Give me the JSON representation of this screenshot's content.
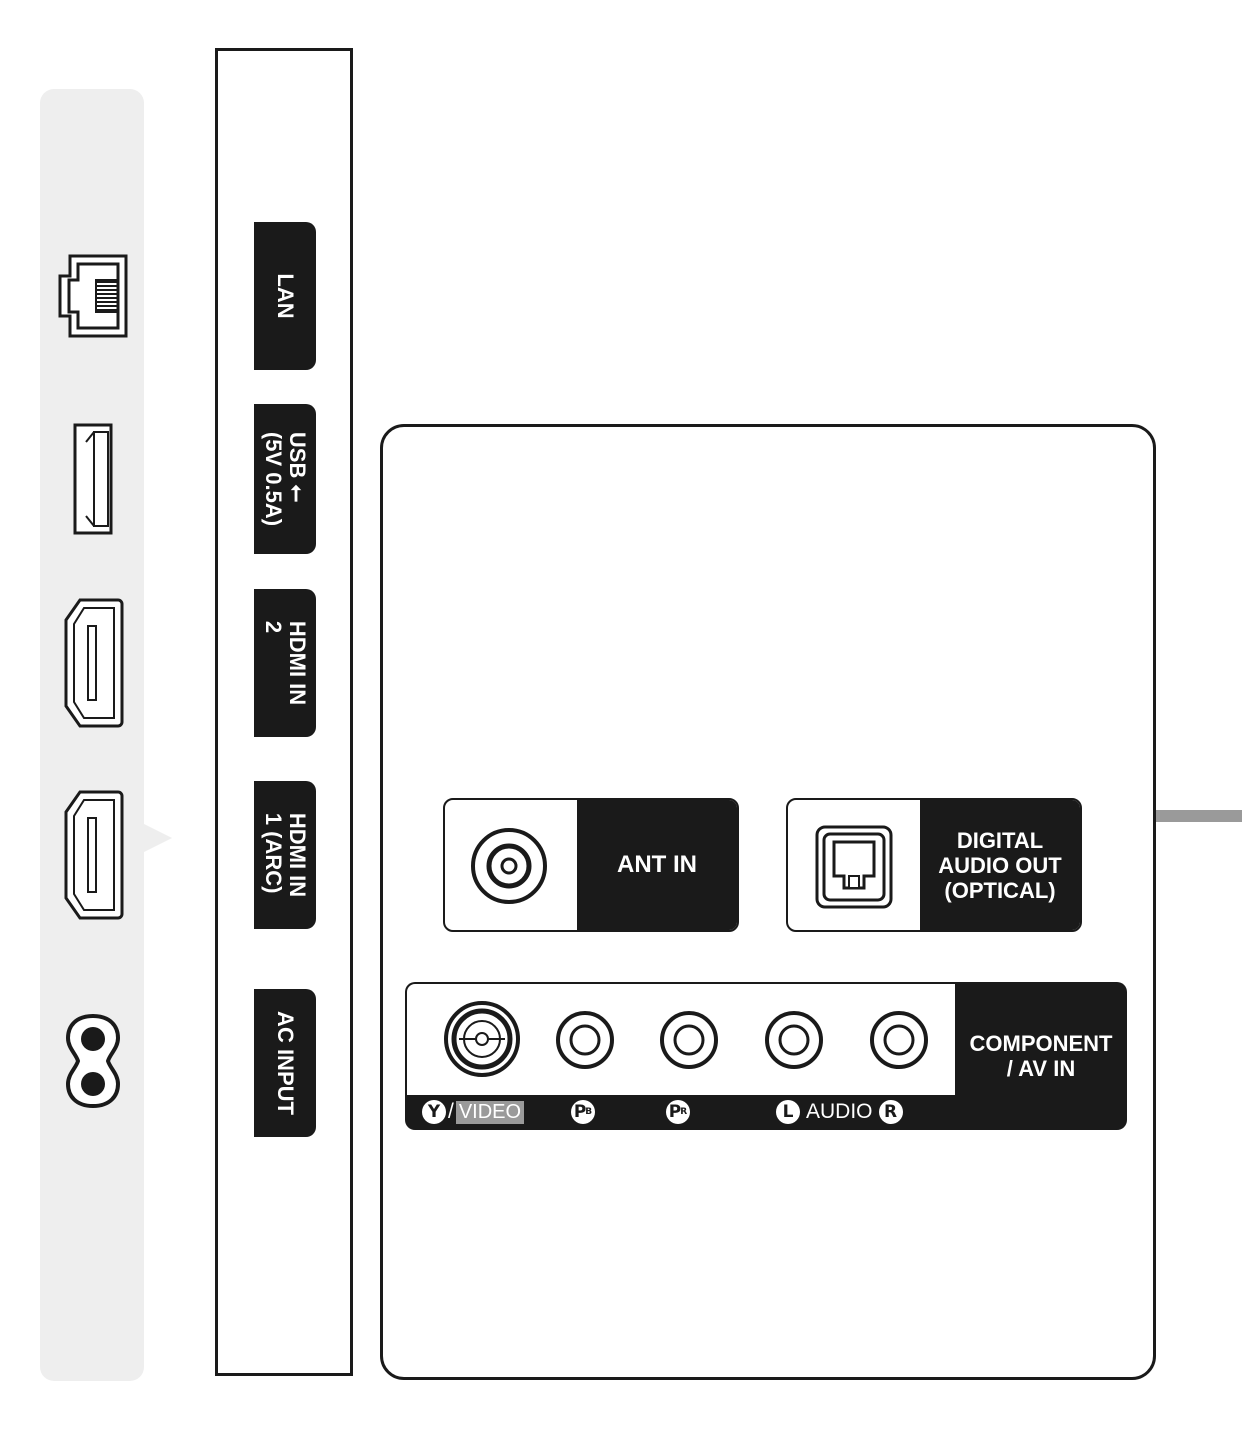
{
  "side_strip": {
    "icons": [
      "lan-port-icon",
      "usb-port-icon",
      "hdmi-port-icon",
      "hdmi-port-icon",
      "ac-power-port-icon"
    ]
  },
  "label_panel": {
    "labels": [
      {
        "line1": "LAN",
        "line2": ""
      },
      {
        "line1": "USB ⭠",
        "line2": "(5V 0.5A)"
      },
      {
        "line1": "HDMI IN",
        "line2": "2"
      },
      {
        "line1": "HDMI IN",
        "line2": "1 (ARC)"
      },
      {
        "line1": "AC INPUT",
        "line2": ""
      }
    ]
  },
  "rear_panel": {
    "ant_in": {
      "label": "ANT IN"
    },
    "optical": {
      "line1": "DIGITAL",
      "line2": "AUDIO OUT",
      "line3": "(OPTICAL)"
    },
    "component": {
      "line1": "COMPONENT",
      "line2": "/ AV IN",
      "captions": {
        "y_badge": "Y",
        "slash": "/",
        "video": "VIDEO",
        "pb_badge": "P",
        "pb_sub": "B",
        "pr_badge": "P",
        "pr_sub": "R",
        "l_badge": "L",
        "audio": "AUDIO",
        "r_badge": "R"
      }
    }
  }
}
